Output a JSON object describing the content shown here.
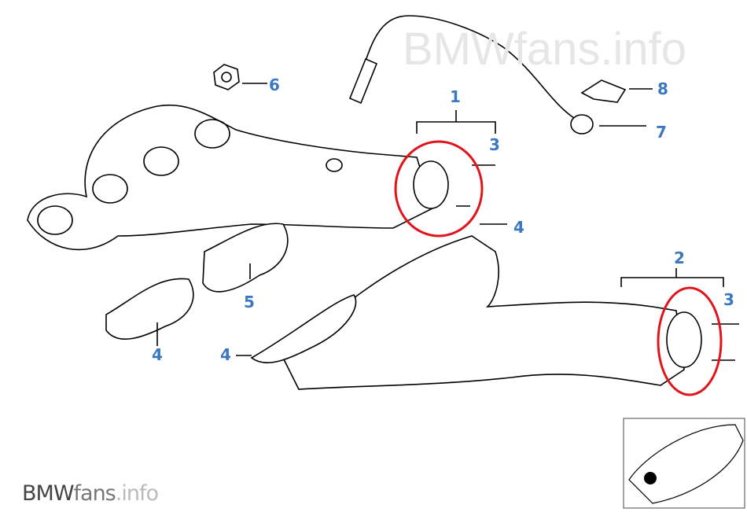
{
  "watermark": "BMWfans.info",
  "logo": {
    "brand": "BMW",
    "fans": "fans",
    "suffix": ".info"
  },
  "callouts": [
    {
      "id": "6",
      "text": "6"
    },
    {
      "id": "1",
      "text": "1"
    },
    {
      "id": "3a",
      "text": "3"
    },
    {
      "id": "8",
      "text": "8"
    },
    {
      "id": "7",
      "text": "7"
    },
    {
      "id": "4a",
      "text": "4"
    },
    {
      "id": "5",
      "text": "5"
    },
    {
      "id": "4b",
      "text": "4"
    },
    {
      "id": "4c",
      "text": "4"
    },
    {
      "id": "2",
      "text": "2"
    },
    {
      "id": "3b",
      "text": "3"
    }
  ],
  "colors": {
    "callout": "#3b78c0",
    "highlight": "#e0151b",
    "line": "#000000"
  }
}
